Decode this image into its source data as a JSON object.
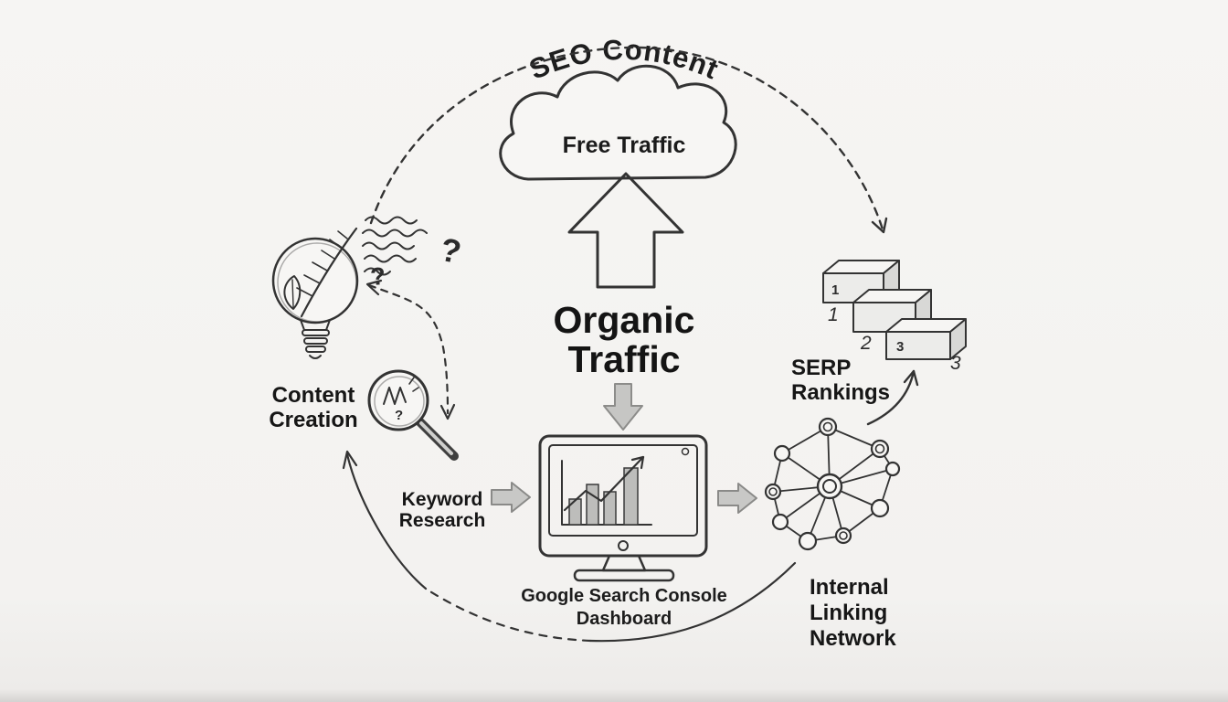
{
  "title": "SEO Content",
  "cloud": {
    "label": "Free Traffic"
  },
  "organic": {
    "line1": "Organic",
    "line2": "Traffic"
  },
  "dashboard": {
    "line1": "Google Search Console",
    "line2": "Dashboard"
  },
  "content_creation": {
    "line1": "Content",
    "line2": "Creation"
  },
  "keyword_research": {
    "line1": "Keyword",
    "line2": "Research"
  },
  "serp": {
    "line1": "SERP",
    "line2": "Rankings",
    "front_numbers": [
      "1",
      "3"
    ],
    "rank_numbers": [
      "1",
      "2",
      "3"
    ]
  },
  "internal_linking": {
    "line1": "Internal",
    "line2": "Linking",
    "line3": "Network"
  },
  "marks": {
    "question_large": "?",
    "question_small": "?",
    "lens_question": "?"
  },
  "colors": {
    "ink": "#333333",
    "paper": "#f5f4f2",
    "fill_gray": "#c7c7c5",
    "text": "#1c1c1c"
  }
}
